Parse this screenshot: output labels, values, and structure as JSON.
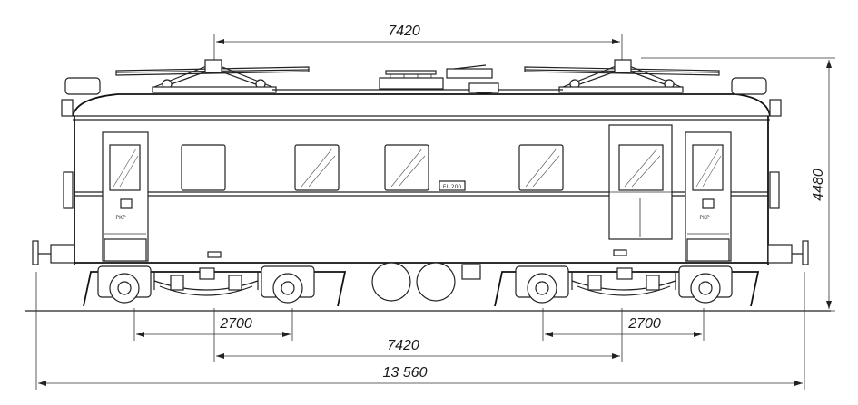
{
  "dimensions": {
    "top_pantograph_spacing": "7420",
    "height": "4480",
    "left_bogie_wheelbase": "2700",
    "right_bogie_wheelbase": "2700",
    "bogie_centers": "7420",
    "length_overall": "13 560"
  },
  "body_markings": {
    "number_plate": "EL.200",
    "logo_left": "PKP",
    "logo_right": "PKP"
  },
  "colors": {
    "line": "#222222",
    "background": "#ffffff"
  }
}
